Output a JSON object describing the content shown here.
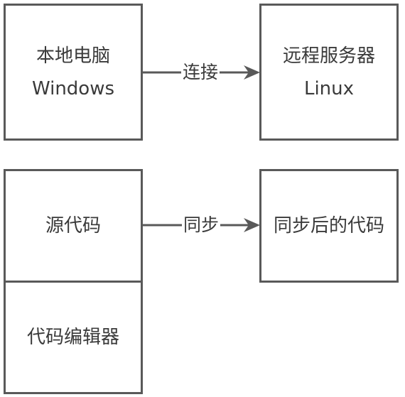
{
  "diagram": {
    "local_pc": {
      "line1": "本地电脑",
      "line2": "Windows"
    },
    "remote_server": {
      "line1": "远程服务器",
      "line2": "Linux"
    },
    "connect_label": "连接",
    "source_code": {
      "label": "源代码"
    },
    "code_editor": {
      "label": "代码编辑器"
    },
    "synced_code": {
      "label": "同步后的代码"
    },
    "sync_label": "同步",
    "colors": {
      "stroke": "#595959",
      "text": "#3a3a3a",
      "background": "#ffffff"
    }
  }
}
